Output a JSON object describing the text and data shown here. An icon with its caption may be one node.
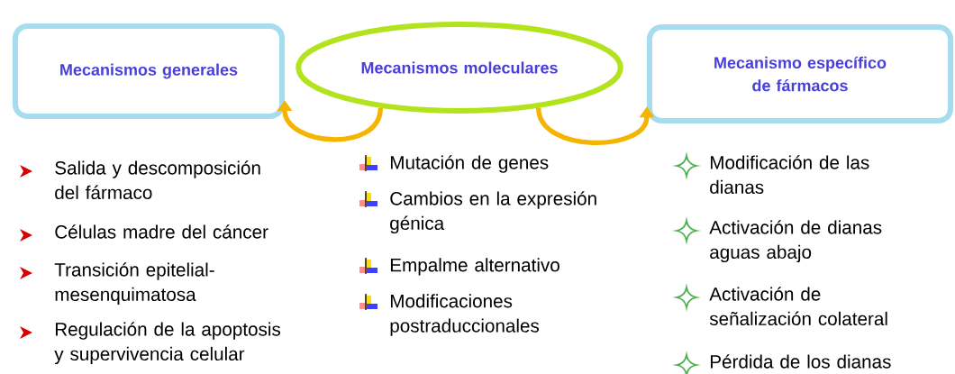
{
  "diagram": {
    "nodes": [
      {
        "text": [
          "Mecanismos generales"
        ]
      },
      {
        "text": [
          "Mecanismos moleculares"
        ]
      },
      {
        "text": [
          "Mecanismo específico de fármacos"
        ]
      }
    ],
    "edges": [
      {
        "from": 1,
        "to": 0,
        "arrow": "to"
      },
      {
        "from": 1,
        "to": 2,
        "arrow": "to"
      }
    ],
    "labels": [
      "Salida y descomposición del fármaco",
      "Células madre del cáncer",
      "Transición epitelial-mesenquimatosa",
      "Regulación de la apoptosis y supervivencia celular",
      "Mutación de genes",
      "Cambios en la expresión génica",
      "Empalme alternativo",
      "Modificaciones postraduccionales",
      "Modificación de las dianas",
      "Activación de dianas aguas abajo",
      "Activación de señalización colateral",
      "Pérdida de los dianas"
    ]
  }
}
